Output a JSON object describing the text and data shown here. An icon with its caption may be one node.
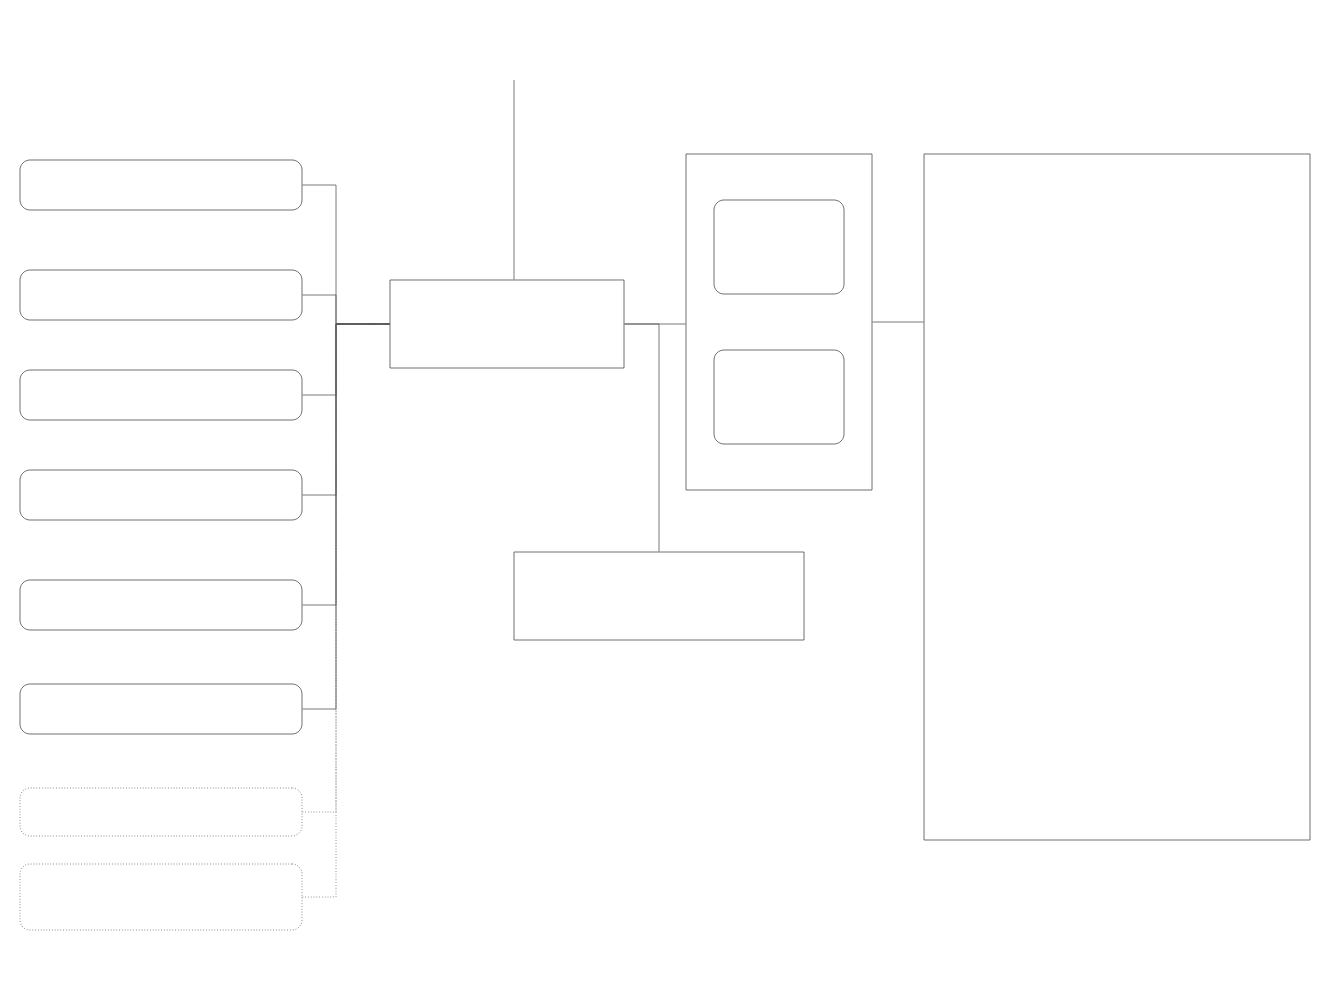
{
  "diagram": {
    "nodes": [
      {
        "text": [],
        "shape": "box"
      },
      {
        "text": [],
        "shape": "box"
      },
      {
        "text": [],
        "shape": "box"
      },
      {
        "text": [],
        "shape": "box"
      },
      {
        "text": [],
        "shape": "box"
      },
      {
        "text": [],
        "shape": "box"
      },
      {
        "text": [],
        "shape": "box"
      },
      {
        "text": [],
        "shape": "box"
      },
      {
        "text": [],
        "shape": "box"
      },
      {
        "text": [],
        "shape": "box"
      },
      {
        "text": [],
        "shape": "box",
        "in": 9
      },
      {
        "text": [],
        "shape": "box",
        "in": 9
      },
      {
        "text": [],
        "shape": "box"
      },
      {
        "text": [],
        "shape": "box"
      }
    ],
    "edges": [
      {
        "from": 0,
        "to": 8,
        "arrow": "none"
      },
      {
        "from": 1,
        "to": 8,
        "arrow": "none"
      },
      {
        "from": 2,
        "to": 8,
        "arrow": "none"
      },
      {
        "from": 3,
        "to": 8,
        "arrow": "none"
      },
      {
        "from": 4,
        "to": 8,
        "arrow": "none"
      },
      {
        "from": 5,
        "to": 8,
        "arrow": "none"
      },
      {
        "from": 6,
        "to": 8,
        "arrow": "none",
        "style": "dashed"
      },
      {
        "from": 7,
        "to": 8,
        "arrow": "none",
        "style": "dashed"
      },
      {
        "from": 8,
        "to": 9,
        "arrow": "none"
      },
      {
        "from": 9,
        "to": 13,
        "arrow": "none"
      },
      {
        "from": 8,
        "to": 12,
        "arrow": "none"
      },
      {
        "from": null,
        "to": 8,
        "arrow": "none"
      }
    ]
  }
}
